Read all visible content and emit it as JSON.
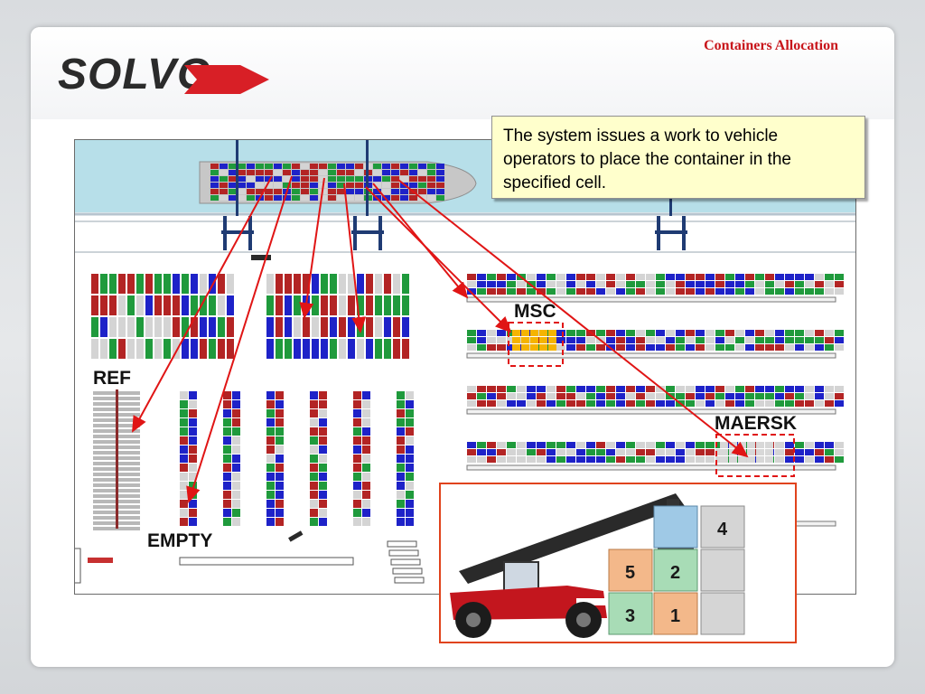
{
  "header": {
    "title": "Containers Allocation",
    "logo_text": "SOLVO"
  },
  "callout": {
    "text": "The system issues a work to vehicle operators to place the container in the specified cell."
  },
  "labels": {
    "ref": "REF",
    "empty": "EMPTY",
    "msc": "MSC",
    "maersk": "MAERSK"
  },
  "stack_numbers": [
    "4",
    "5",
    "2",
    "3",
    "1"
  ],
  "colors": {
    "accent_red": "#d81f26",
    "arrow": "#e01515",
    "water": "#b7dfe9",
    "callout_bg": "#ffffcc",
    "container_colors": [
      "#1e22c8",
      "#b32424",
      "#1f9a3c",
      "#d4d4d4"
    ],
    "highlight": "#f5b400"
  }
}
